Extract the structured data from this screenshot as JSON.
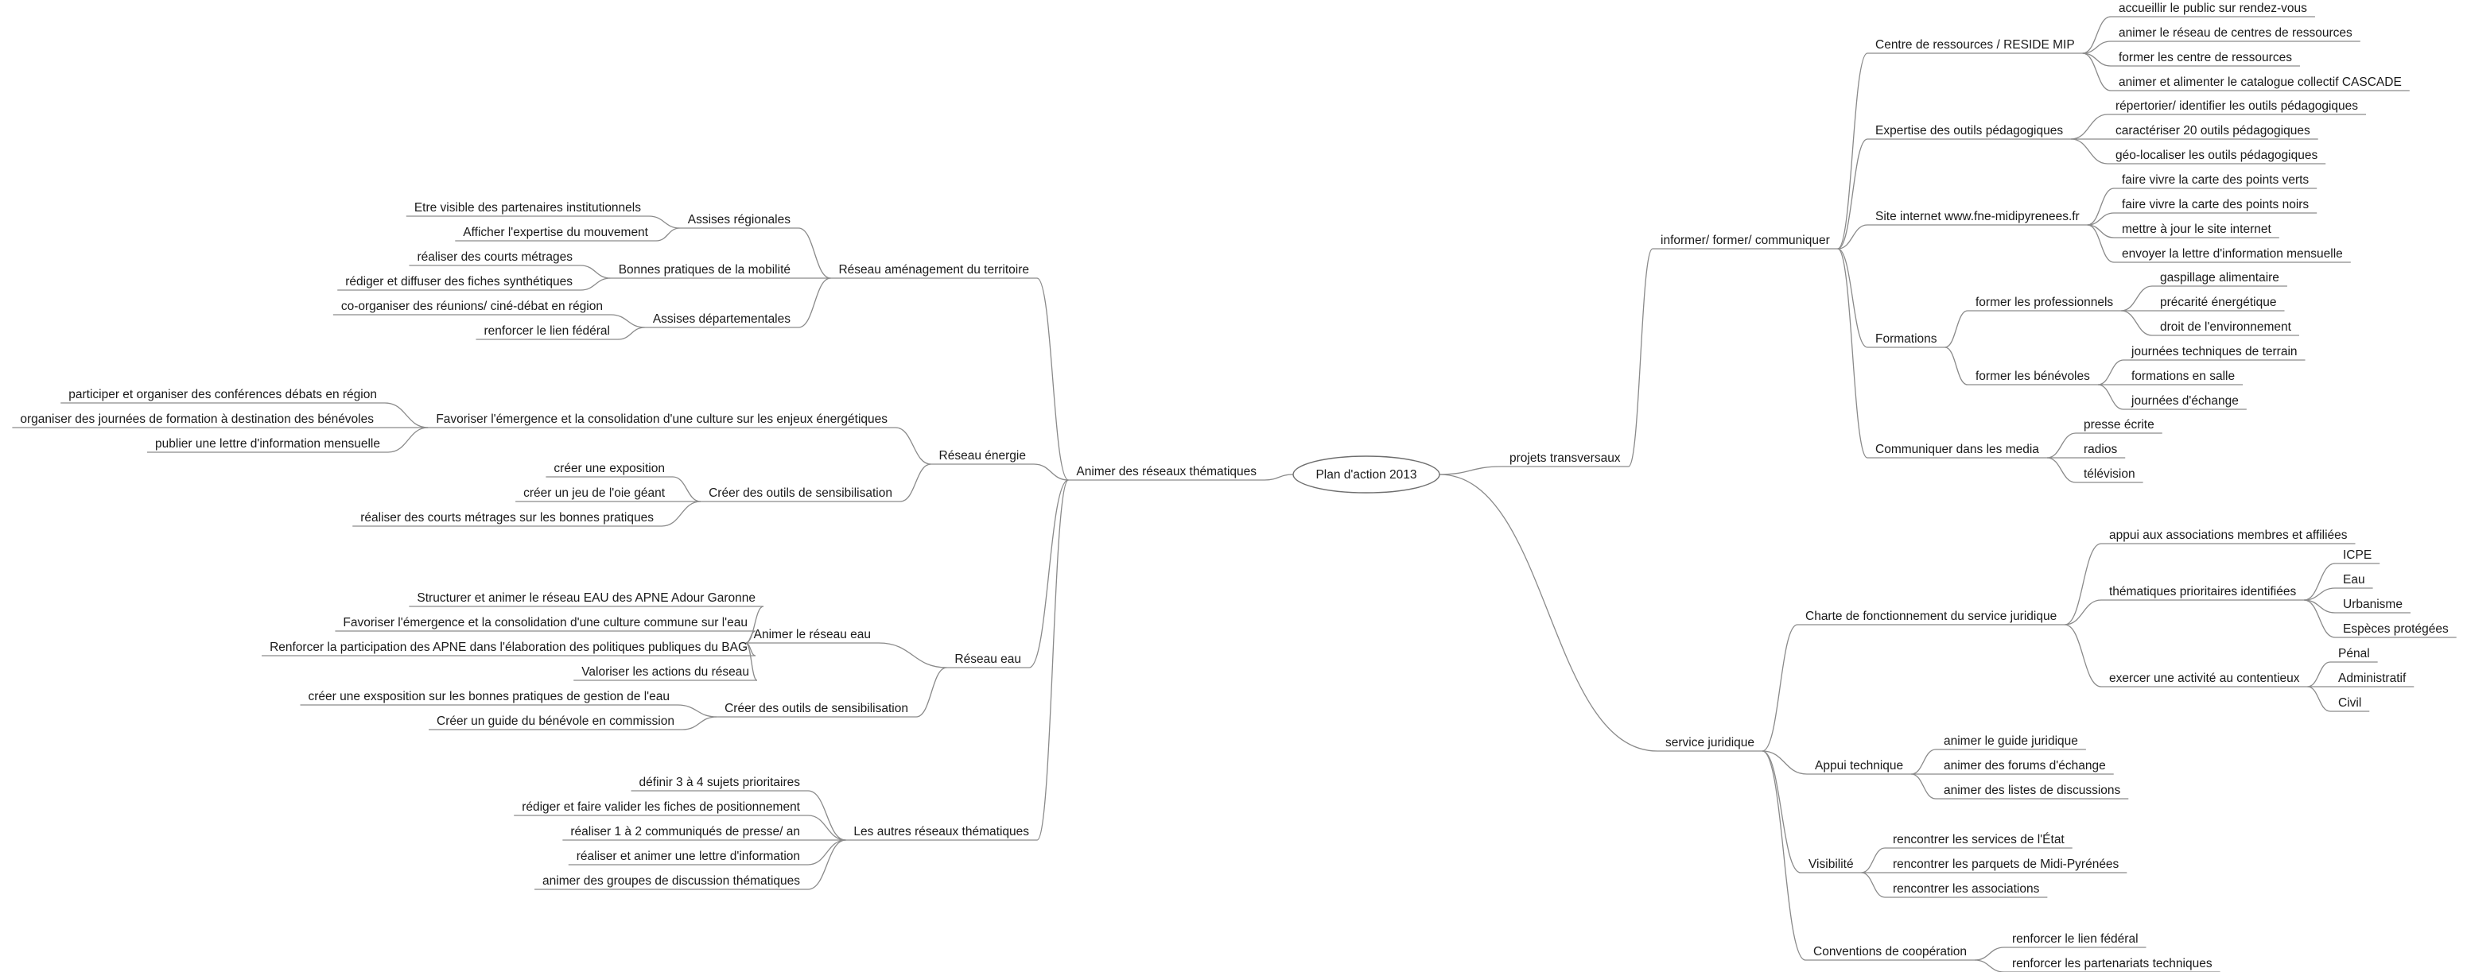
{
  "root": "Plan d'action 2013",
  "right": [
    {
      "label": "projets transversaux",
      "children": [
        {
          "label": "informer/ former/ communiquer",
          "children": [
            {
              "label": "Centre de ressources / RESIDE MIP",
              "children": [
                {
                  "label": "accueillir le public sur rendez-vous"
                },
                {
                  "label": "animer le réseau de centres de ressources"
                },
                {
                  "label": "former les centre de ressources"
                },
                {
                  "label": "animer et alimenter  le catalogue collectif CASCADE"
                }
              ]
            },
            {
              "label": "Expertise des outils pédagogiques",
              "children": [
                {
                  "label": "répertorier/ identifier les outils pédagogiques"
                },
                {
                  "label": "caractériser 20 outils pédagogiques"
                },
                {
                  "label": "géo-localiser les outils pédagogiques"
                }
              ]
            },
            {
              "label": "Site internet www.fne-midipyrenees.fr",
              "children": [
                {
                  "label": "faire vivre la carte des points verts"
                },
                {
                  "label": "faire vivre la carte des points noirs"
                },
                {
                  "label": "mettre à jour le site internet"
                },
                {
                  "label": "envoyer la lettre d'information mensuelle"
                }
              ]
            },
            {
              "label": "Formations",
              "children": [
                {
                  "label": "former les professionnels",
                  "children": [
                    {
                      "label": "gaspillage alimentaire"
                    },
                    {
                      "label": "précarité énergétique"
                    },
                    {
                      "label": "droit de l'environnement"
                    }
                  ]
                },
                {
                  "label": "former les bénévoles",
                  "children": [
                    {
                      "label": "journées techniques de terrain"
                    },
                    {
                      "label": "formations en salle"
                    },
                    {
                      "label": "journées d'échange"
                    }
                  ]
                }
              ]
            },
            {
              "label": "Communiquer dans les media",
              "children": [
                {
                  "label": "presse écrite"
                },
                {
                  "label": "radios"
                },
                {
                  "label": "télévision"
                }
              ]
            }
          ]
        }
      ]
    },
    {
      "label": "service juridique",
      "children": [
        {
          "label": "Charte de fonctionnement du service juridique",
          "children": [
            {
              "label": "appui aux associations membres et affiliées"
            },
            {
              "label": "thématiques prioritaires identifiées",
              "children": [
                {
                  "label": "ICPE"
                },
                {
                  "label": "Eau"
                },
                {
                  "label": "Urbanisme"
                },
                {
                  "label": "Espèces protégées"
                }
              ]
            },
            {
              "label": "exercer une activité au contentieux",
              "children": [
                {
                  "label": "Pénal"
                },
                {
                  "label": "Administratif"
                },
                {
                  "label": "Civil"
                }
              ]
            }
          ]
        },
        {
          "label": "Appui technique",
          "children": [
            {
              "label": "animer le guide juridique"
            },
            {
              "label": "animer des forums d'échange"
            },
            {
              "label": "animer des listes de discussions"
            }
          ]
        },
        {
          "label": "Visibilité",
          "children": [
            {
              "label": "rencontrer les services de l'État"
            },
            {
              "label": "rencontrer les parquets de Midi-Pyrénées"
            },
            {
              "label": "rencontrer les associations"
            }
          ]
        },
        {
          "label": "Conventions de coopération",
          "children": [
            {
              "label": "renforcer le lien fédéral"
            },
            {
              "label": "renforcer les partenariats techniques"
            }
          ]
        }
      ]
    }
  ],
  "left": [
    {
      "label": "Animer des réseaux thématiques",
      "children": [
        {
          "label": "Réseau aménagement du territoire",
          "children": [
            {
              "label": "Assises régionales",
              "children": [
                {
                  "label": "Etre visible des partenaires institutionnels"
                },
                {
                  "label": "Afficher l'expertise du mouvement"
                }
              ]
            },
            {
              "label": "Bonnes pratiques de la mobilité",
              "children": [
                {
                  "label": "réaliser des courts métrages"
                },
                {
                  "label": "rédiger et diffuser des fiches synthétiques"
                }
              ]
            },
            {
              "label": "Assises départementales",
              "children": [
                {
                  "label": "co-organiser des réunions/ ciné-débat en région"
                },
                {
                  "label": "renforcer le lien fédéral"
                }
              ]
            }
          ]
        },
        {
          "label": "Réseau énergie",
          "children": [
            {
              "label": "Favoriser l'émergence et la consolidation d'une culture sur les enjeux énergétiques",
              "children": [
                {
                  "label": "participer et organiser des conférences débats en région"
                },
                {
                  "label": "organiser des journées de formation à destination des bénévoles"
                },
                {
                  "label": "publier une lettre d'information mensuelle"
                }
              ]
            },
            {
              "label": "Créer des outils de sensibilisation",
              "children": [
                {
                  "label": "créer une exposition"
                },
                {
                  "label": "créer un jeu de l'oie géant"
                },
                {
                  "label": "réaliser des courts métrages sur les bonnes pratiques"
                }
              ]
            }
          ]
        },
        {
          "label": "Réseau eau",
          "children": [
            {
              "label": "Animer le réseau eau",
              "children": [
                {
                  "label": "Structurer et animer le réseau EAU des APNE Adour Garonne"
                },
                {
                  "label": "Favoriser l'émergence et la consolidation d'une culture commune sur l'eau"
                },
                {
                  "label": "Renforcer la participation des APNE dans l'élaboration des politiques publiques du BAG"
                },
                {
                  "label": "Valoriser les actions du réseau"
                }
              ]
            },
            {
              "label": "Créer des outils de sensibilisation",
              "children": [
                {
                  "label": "créer une exsposition sur les bonnes pratiques de gestion de l'eau"
                },
                {
                  "label": "Créer un guide du bénévole en commission"
                }
              ]
            }
          ]
        },
        {
          "label": "Les autres réseaux thématiques",
          "children": [
            {
              "label": "définir 3 à 4 sujets prioritaires"
            },
            {
              "label": "rédiger et faire valider les fiches de positionnement"
            },
            {
              "label": "réaliser 1 à 2 communiqués de presse/ an"
            },
            {
              "label": "réaliser et animer une lettre d'information"
            },
            {
              "label": "animer des groupes de discussion thématiques"
            }
          ]
        }
      ]
    }
  ]
}
